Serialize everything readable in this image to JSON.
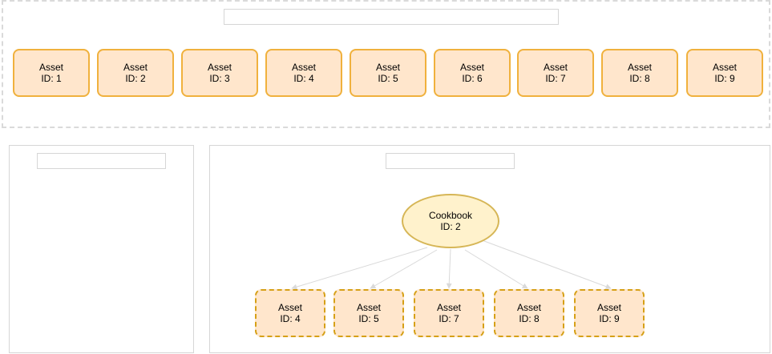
{
  "all_assets": [
    {
      "label": "Asset",
      "id_text": "ID: 1"
    },
    {
      "label": "Asset",
      "id_text": "ID: 2"
    },
    {
      "label": "Asset",
      "id_text": "ID: 3"
    },
    {
      "label": "Asset",
      "id_text": "ID: 4"
    },
    {
      "label": "Asset",
      "id_text": "ID: 5"
    },
    {
      "label": "Asset",
      "id_text": "ID: 6"
    },
    {
      "label": "Asset",
      "id_text": "ID: 7"
    },
    {
      "label": "Asset",
      "id_text": "ID: 8"
    },
    {
      "label": "Asset",
      "id_text": "ID: 9"
    }
  ],
  "cookbook": {
    "label": "Cookbook",
    "id_text": "ID: 2"
  },
  "linked_assets": [
    {
      "label": "Asset",
      "id_text": "ID: 4"
    },
    {
      "label": "Asset",
      "id_text": "ID: 5"
    },
    {
      "label": "Asset",
      "id_text": "ID: 7"
    },
    {
      "label": "Asset",
      "id_text": "ID: 8"
    },
    {
      "label": "Asset",
      "id_text": "ID: 9"
    }
  ],
  "colors": {
    "asset_fill": "#ffe6cc",
    "asset_border": "#f0b13d",
    "cookbook_fill": "#fff2cc",
    "cookbook_border": "#d6b656",
    "edge": "#d9d9d9"
  }
}
